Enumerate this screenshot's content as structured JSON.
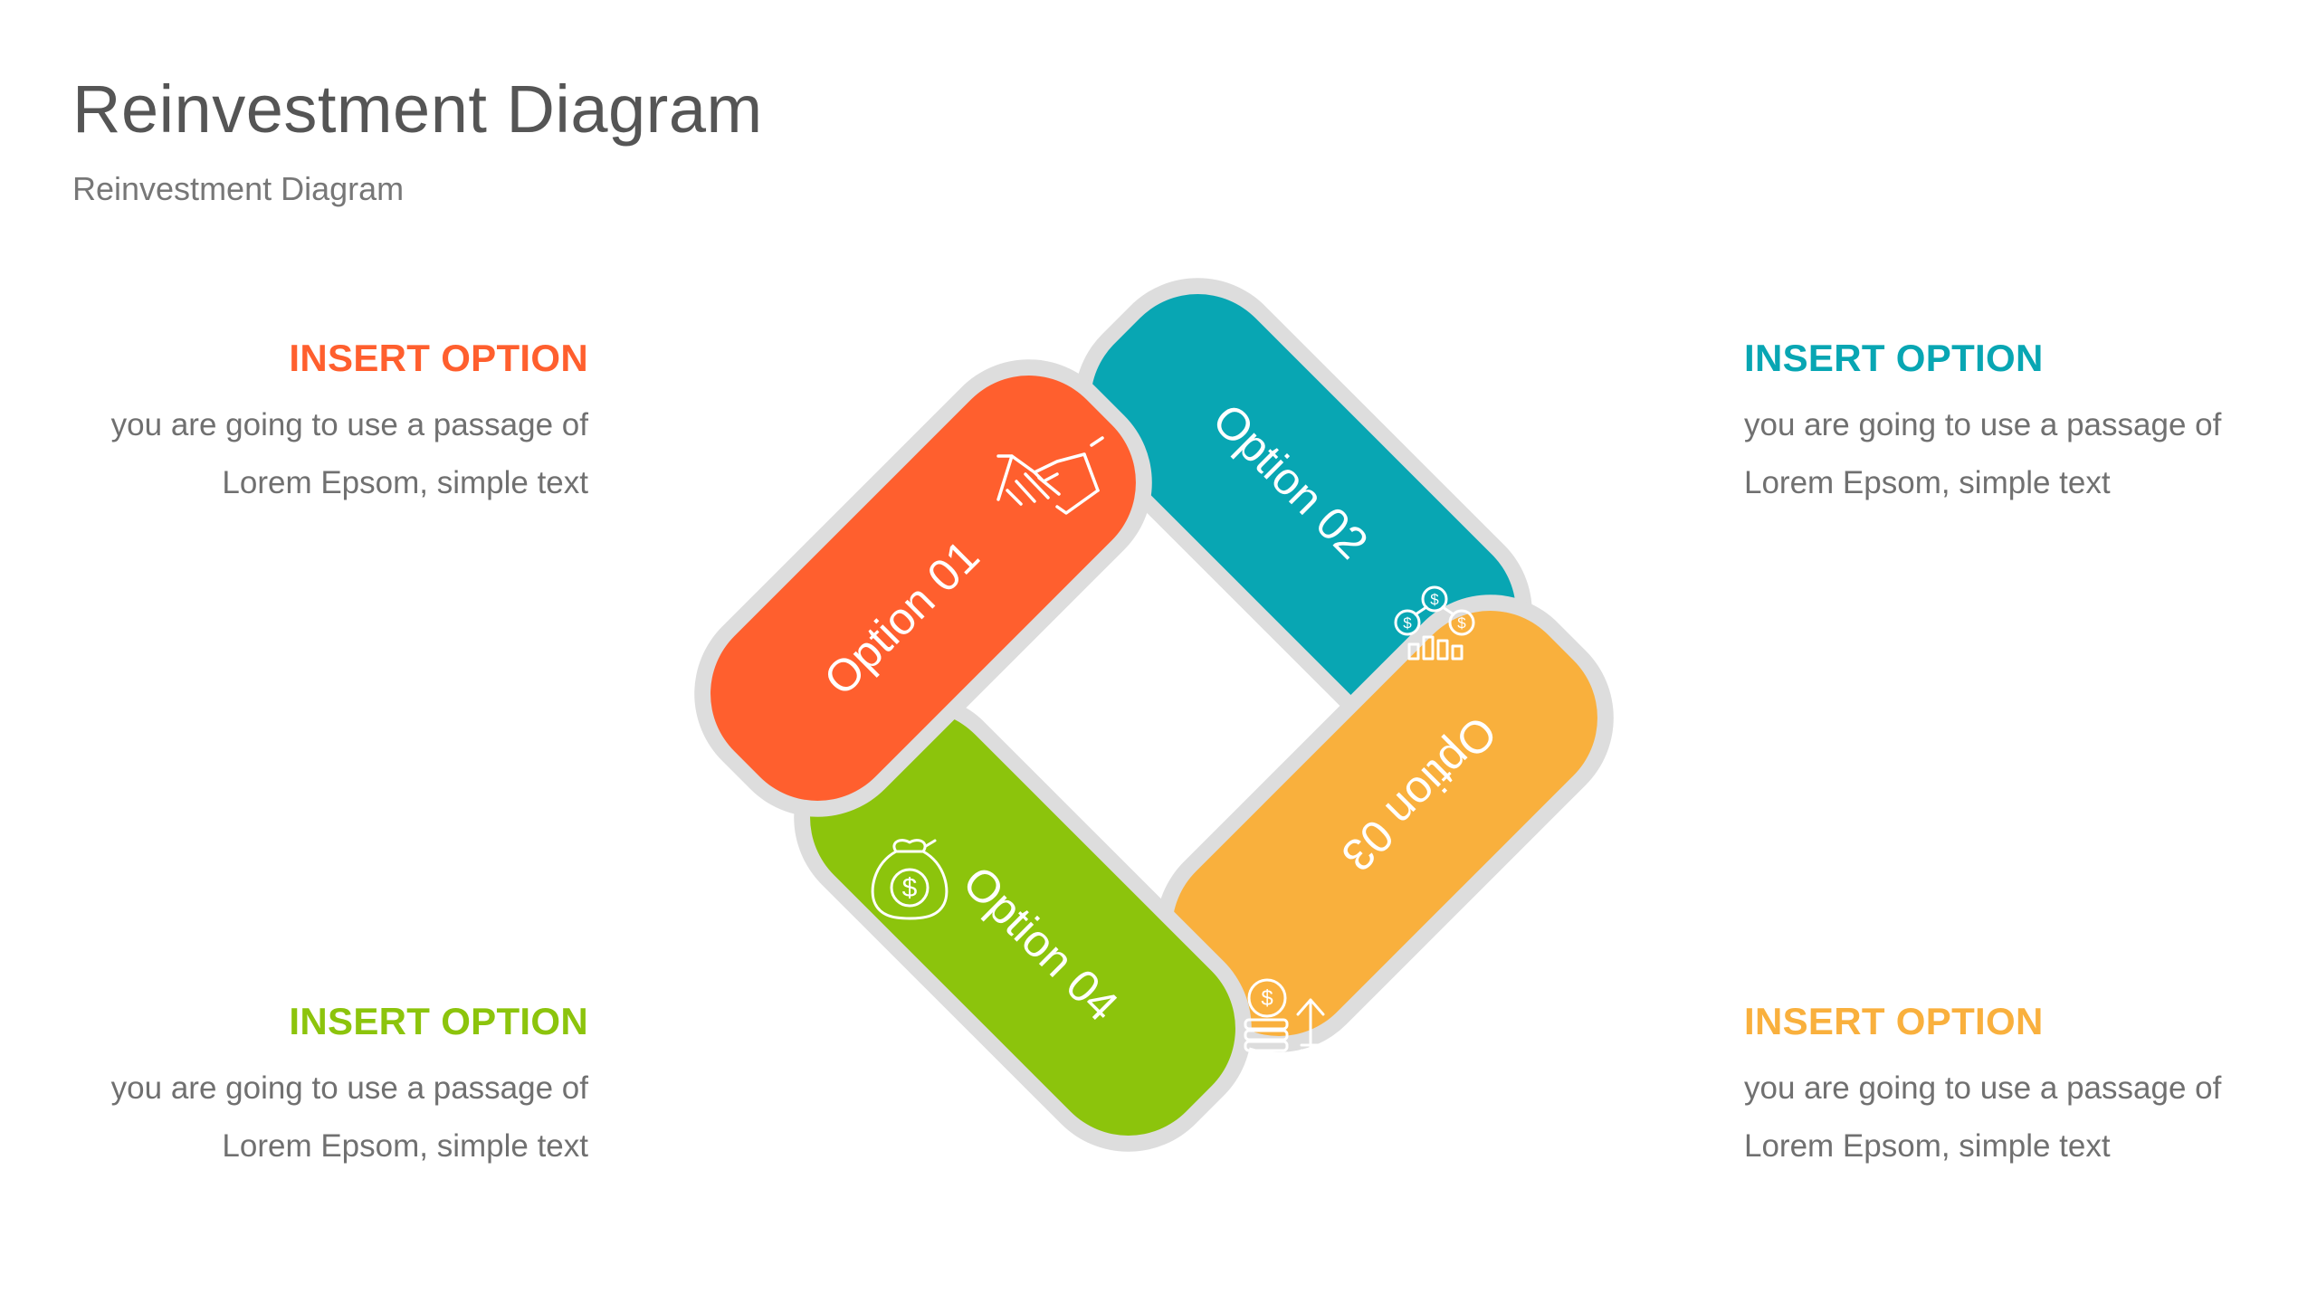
{
  "header": {
    "title": "Reinvestment Diagram",
    "subtitle": "Reinvestment Diagram"
  },
  "options": [
    {
      "heading": "INSERT OPTION",
      "line1": "you are going to use a passage of",
      "line2": "Lorem Epsom, simple text",
      "color": "#FF5F2E"
    },
    {
      "heading": "INSERT OPTION",
      "line1": "you are going to use a passage of",
      "line2": "Lorem Epsom, simple text",
      "color": "#08A6B3"
    },
    {
      "heading": "INSERT OPTION",
      "line1": "you are going to use a passage of",
      "line2": "Lorem Epsom, simple text",
      "color": "#8CC40C"
    },
    {
      "heading": "INSERT OPTION",
      "line1": "you are going to use a passage of",
      "line2": "Lorem Epsom, simple text",
      "color": "#F9B03D"
    }
  ],
  "segments": [
    {
      "label": "Option 01",
      "color": "#FF5F2E",
      "icon": "handshake-icon"
    },
    {
      "label": "Option 02",
      "color": "#08A6B3",
      "icon": "money-network-icon"
    },
    {
      "label": "Option 03",
      "color": "#F9B03D",
      "icon": "coins-growth-icon"
    },
    {
      "label": "Option 04",
      "color": "#8CC40C",
      "icon": "money-bag-icon"
    }
  ]
}
